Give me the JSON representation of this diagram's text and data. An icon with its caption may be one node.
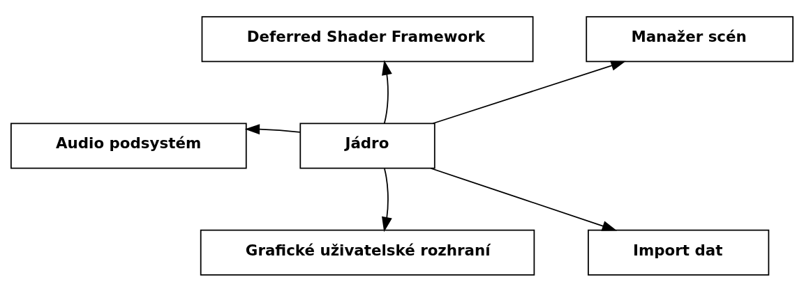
{
  "diagram": {
    "nodes": [
      {
        "text": [
          "Deferred Shader Framework"
        ]
      },
      {
        "text": [
          "Manažer scén"
        ]
      },
      {
        "text": [
          "Audio podsystém"
        ]
      },
      {
        "text": [
          "Jádro"
        ]
      },
      {
        "text": [
          "Import dat"
        ]
      },
      {
        "text": [
          "Grafické uživatelské rozhraní"
        ]
      }
    ],
    "edges": [
      {
        "from": 3,
        "to": 0,
        "arrow": "to"
      },
      {
        "from": 3,
        "to": 1,
        "arrow": "to"
      },
      {
        "from": 3,
        "to": 2,
        "arrow": "to"
      },
      {
        "from": 3,
        "to": 4,
        "arrow": "to"
      },
      {
        "from": 3,
        "to": 5,
        "arrow": "to"
      }
    ]
  }
}
